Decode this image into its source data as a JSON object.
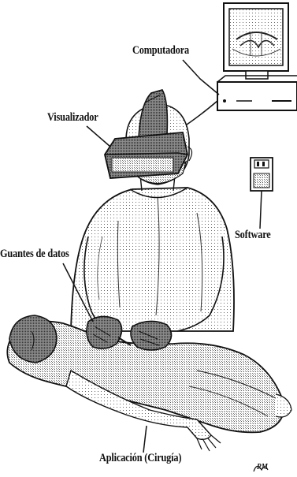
{
  "labels": {
    "computadora": "Computadora",
    "visualizador": "Visualizador",
    "software": "Software",
    "guantes": "Guantes de datos",
    "aplicacion": "Aplicación (Cirugía)"
  },
  "signature_text": "RM",
  "colors": {
    "ink": "#111111",
    "shade": "#9a9a9a",
    "background": "#ffffff"
  }
}
